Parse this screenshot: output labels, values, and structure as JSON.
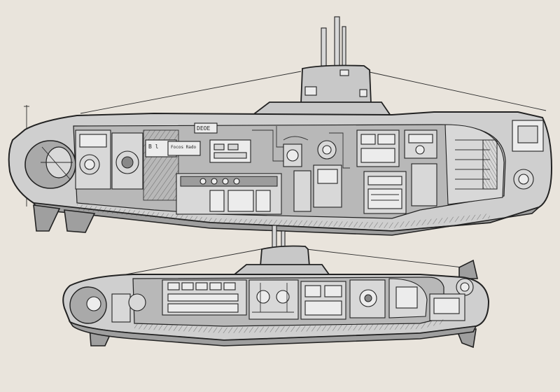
{
  "figure": {
    "labels": {
      "upper_panel_left": "B l",
      "upper_panel_right": "Focos Rado",
      "upper_box": "DEOE"
    }
  }
}
